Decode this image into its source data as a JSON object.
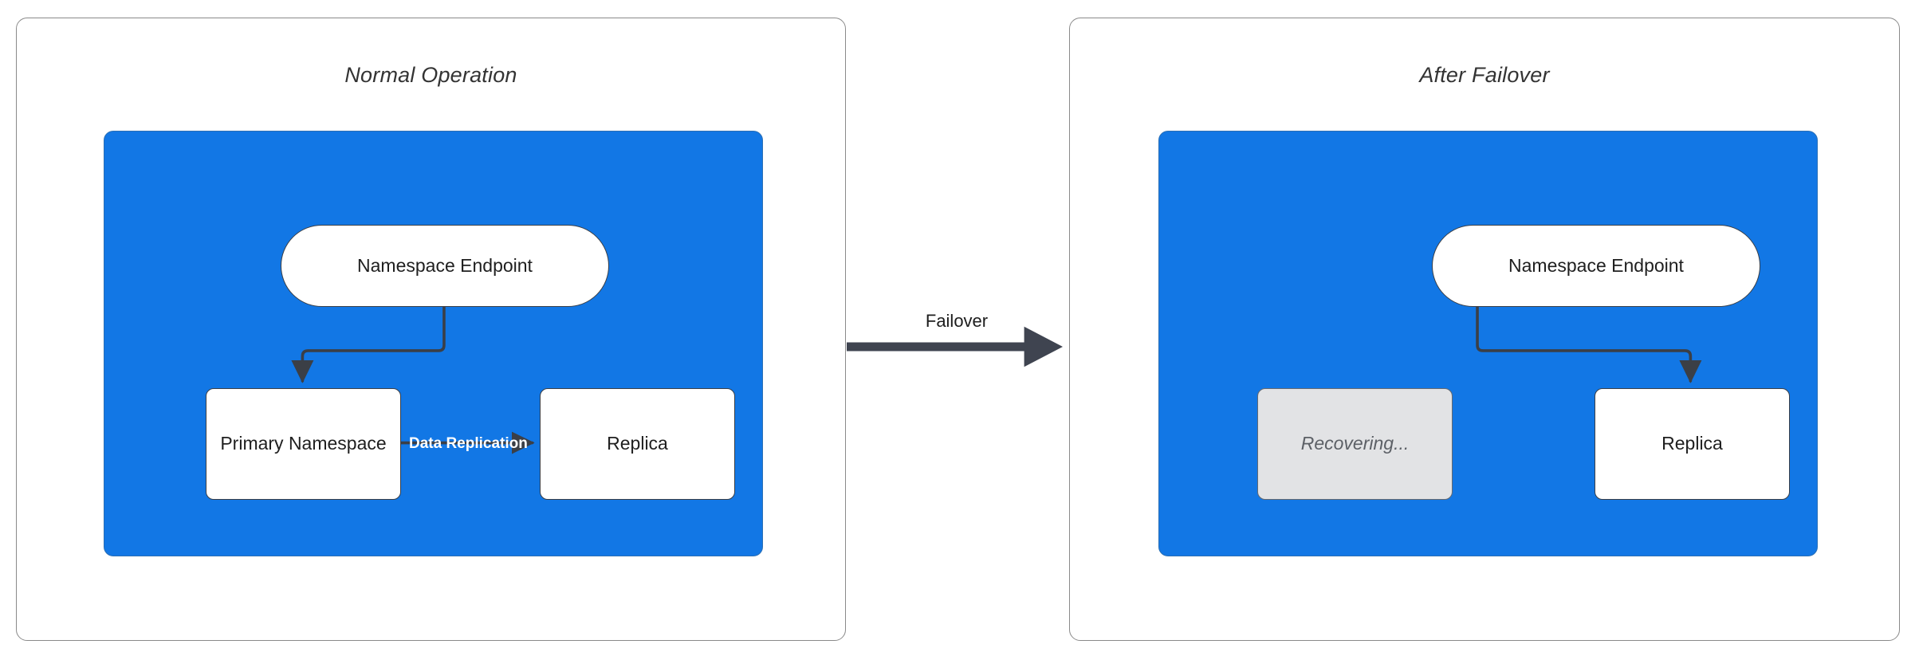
{
  "diagram": {
    "type": "failover-architecture-comparison",
    "background": "#ffffff",
    "colors": {
      "region_blue": "#1277E5",
      "node_white": "#ffffff",
      "node_dim_gray": "#e2e3e5",
      "stroke_dark": "#3b3f46",
      "panel_border": "#8a8a8a",
      "edge_label_white": "#ffffff"
    }
  },
  "panels": [
    {
      "id": "normal-operation",
      "title": "Normal Operation",
      "nodes": [
        {
          "id": "endpoint-left",
          "label": "Namespace Endpoint",
          "shape": "pill",
          "state": "active"
        },
        {
          "id": "primary",
          "label": "Primary Namespace",
          "shape": "rect",
          "state": "active"
        },
        {
          "id": "replica-left",
          "label": "Replica",
          "shape": "rect",
          "state": "active"
        }
      ],
      "edges": [
        {
          "from": "endpoint-left",
          "to": "primary",
          "label": ""
        },
        {
          "from": "primary",
          "to": "replica-left",
          "label": "Data Replication"
        }
      ]
    },
    {
      "id": "after-failover",
      "title": "After Failover",
      "nodes": [
        {
          "id": "endpoint-right",
          "label": "Namespace Endpoint",
          "shape": "pill",
          "state": "active"
        },
        {
          "id": "recovering",
          "label": "Recovering...",
          "shape": "rect",
          "state": "dimmed"
        },
        {
          "id": "replica-right",
          "label": "Replica",
          "shape": "rect",
          "state": "active"
        }
      ],
      "edges": [
        {
          "from": "endpoint-right",
          "to": "replica-right",
          "label": ""
        }
      ]
    }
  ],
  "transition": {
    "label": "Failover",
    "from_panel": "normal-operation",
    "to_panel": "after-failover",
    "arrow": "right"
  }
}
